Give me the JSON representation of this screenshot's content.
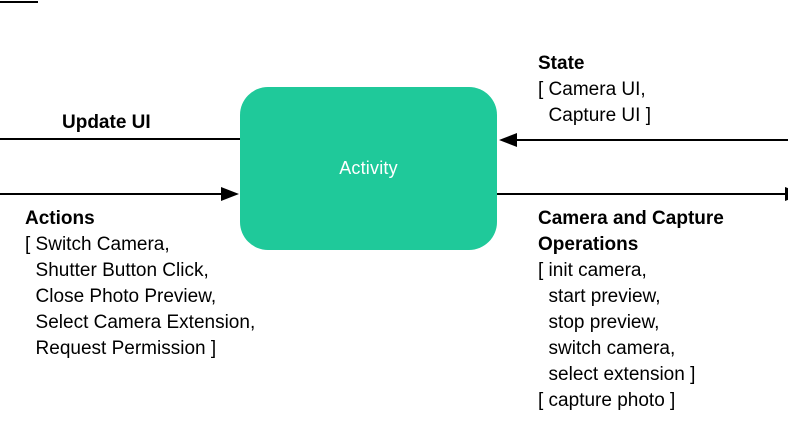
{
  "diagram": {
    "node": {
      "label": "Activity",
      "fill_color": "#1FC99A",
      "label_color": "#FFFFFF"
    },
    "line_color": "#000000",
    "update_ui": {
      "title": "Update UI",
      "direction": "out-left"
    },
    "actions": {
      "title": "Actions",
      "direction": "in-left",
      "items": [
        "[ Switch Camera,",
        "  Shutter Button Click,",
        "  Close Photo Preview,",
        "  Select Camera Extension,",
        "  Request Permission ]"
      ]
    },
    "state": {
      "title": "State",
      "direction": "in-right",
      "items": [
        "[ Camera UI,",
        "  Capture UI ]"
      ]
    },
    "camera_ops": {
      "title_lines": [
        "Camera and Capture",
        "Operations"
      ],
      "direction": "out-right",
      "items": [
        "[ init camera,",
        "  start preview,",
        "  stop preview,",
        "  switch camera,",
        "  select extension ]",
        "[ capture photo ]"
      ]
    }
  }
}
